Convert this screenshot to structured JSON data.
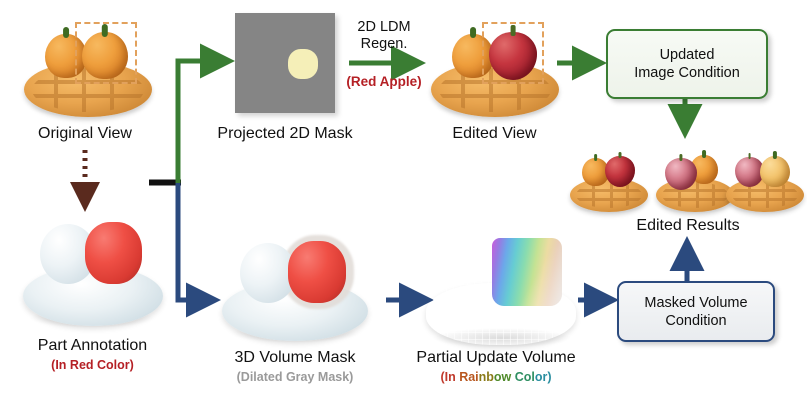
{
  "figure": {
    "title": "3D part-aware editing pipeline",
    "colors": {
      "green_arrow": "#3a7d33",
      "blue_arrow": "#2b4a7e",
      "black_stub": "#111111",
      "brown_dotted_arrow": "#5a2a1e",
      "red_text": "#b52025",
      "gray_text": "#9a9a9a",
      "mask_panel": "#858585",
      "mask_blob": "#f5efb8",
      "dashed_box": "#e2a15c"
    }
  },
  "nodes": {
    "original_view": {
      "caption": "Original View"
    },
    "projected_mask": {
      "caption": "Projected 2D Mask"
    },
    "edited_view": {
      "caption": "Edited View"
    },
    "updated_image_condition": {
      "line1": "Updated",
      "line2": "Image Condition"
    },
    "edited_results": {
      "caption": "Edited Results"
    },
    "part_annotation": {
      "caption": "Part Annotation",
      "subcaption": "(In Red Color)"
    },
    "volume_mask": {
      "caption": "3D Volume Mask",
      "subcaption": "(Dilated Gray Mask)"
    },
    "partial_update_volume": {
      "caption": "Partial Update Volume",
      "subcaption_parts": [
        "(In ",
        "Rai",
        "nb",
        "ow",
        " Col",
        "or)"
      ]
    },
    "masked_volume_condition": {
      "line1": "Masked Volume",
      "line2": "Condition"
    }
  },
  "arrows": {
    "ldm": {
      "label_line1": "2D LDM",
      "label_line2": "Regen.",
      "sublabel": "(Red Apple)"
    }
  }
}
